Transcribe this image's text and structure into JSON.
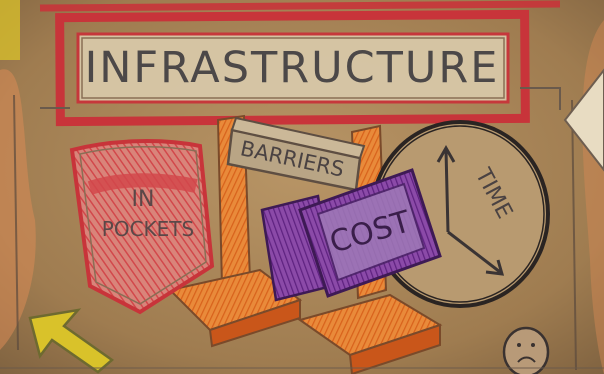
{
  "photo": {
    "title_text": "INFRASTRUCTURE",
    "barriers_text": "BARRIERS",
    "pockets_line1": "IN",
    "pockets_line2": "POCKETS",
    "cost_text": "COST",
    "time_text": "TIME"
  },
  "colors": {
    "paper": "#a8855a",
    "title_red": "#c8343a",
    "marker_orange": "#e0691f",
    "marker_purple": "#6a2a8a",
    "ink_dark": "#2a2422",
    "arrow_yellow": "#d9c22a"
  }
}
